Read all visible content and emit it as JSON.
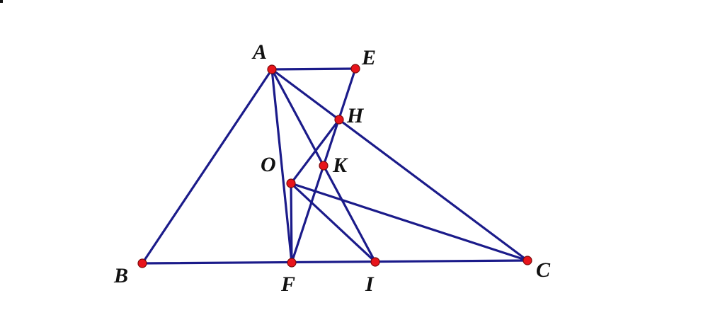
{
  "diagram": {
    "points": [
      {
        "id": "A",
        "label": "A"
      },
      {
        "id": "E",
        "label": "E"
      },
      {
        "id": "H",
        "label": "H"
      },
      {
        "id": "K",
        "label": "K"
      },
      {
        "id": "O",
        "label": "O"
      },
      {
        "id": "B",
        "label": "B"
      },
      {
        "id": "F",
        "label": "F"
      },
      {
        "id": "I",
        "label": "I"
      },
      {
        "id": "C",
        "label": "C"
      }
    ],
    "segments": [
      [
        "A",
        "E"
      ],
      [
        "A",
        "B"
      ],
      [
        "B",
        "C"
      ],
      [
        "A",
        "C"
      ],
      [
        "A",
        "F"
      ],
      [
        "A",
        "I"
      ],
      [
        "E",
        "F"
      ],
      [
        "O",
        "H"
      ],
      [
        "O",
        "F"
      ],
      [
        "O",
        "I"
      ],
      [
        "O",
        "C"
      ]
    ],
    "colors": {
      "segment": "#1b1b8a",
      "point_fill": "#e8141b",
      "label": "#111111"
    }
  }
}
